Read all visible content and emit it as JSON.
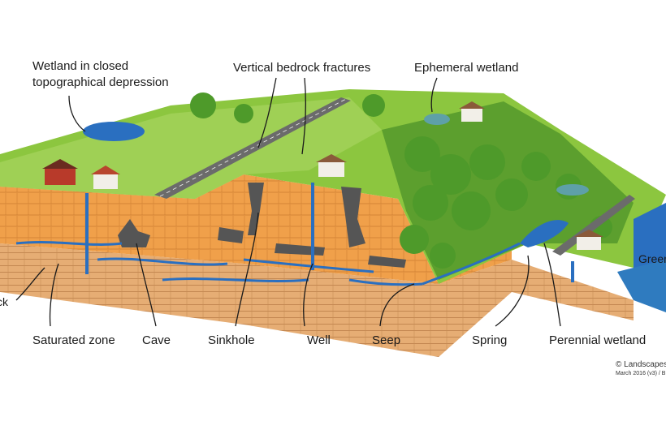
{
  "labels": {
    "wetland_closed": "Wetland in closed\ntopographical depression",
    "fractures": "Vertical bedrock fractures",
    "ephemeral": "Ephemeral wetland",
    "green": "Green",
    "bedrock": "ck",
    "saturated": "Saturated zone",
    "cave": "Cave",
    "sinkhole": "Sinkhole",
    "well": "Well",
    "seep": "Seep",
    "spring": "Spring",
    "perennial": "Perennial wetland"
  },
  "credit": {
    "line1": "© Landscapes",
    "line2": "March 2016 (v3) / B"
  },
  "colors": {
    "grass": "#8cc63f",
    "grass_dark": "#6fae2f",
    "forest": "#4e9a2a",
    "bedrock": "#f0a04a",
    "bedrock_dark": "#d9853a",
    "layered_rock": "#e8b27a",
    "water": "#2a6fc0",
    "cave": "#555555",
    "road": "#6b6b6b"
  }
}
